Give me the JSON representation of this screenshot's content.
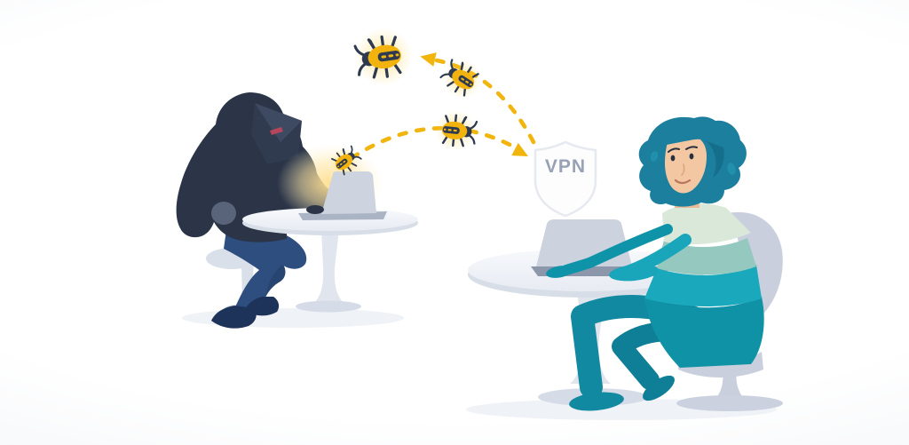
{
  "illustration": {
    "alt": "Hooded hacker at a laptop launches malware bugs that arc toward a VPN shield and bounce away, protecting a smiling teal-haired user working on her laptop",
    "shield": {
      "label": "VPN",
      "fill": "#FDFDFE",
      "border": "#E6E9EF",
      "text_color": "#98A2B6"
    },
    "malware": {
      "bug_count": 4,
      "bug_body_color": "#F2B30E",
      "bug_leg_color": "#2E3A50",
      "arrow_color": "#F2B50E",
      "attack_arrow": "dashed arc from hacker laptop to VPN shield",
      "deflected_arrow": "dashed arc bouncing from VPN shield up and away"
    },
    "hacker": {
      "hoodie_color": "#2B3547",
      "face_color": "#313B4F",
      "glint_color": "#B5455B",
      "jeans_color": "#2F4E80",
      "shoe_color": "#1D3359",
      "fist_color": "#59637A",
      "laptop_color": "#CED4DF",
      "glow_color": "#FFDE8F"
    },
    "user": {
      "hair_color": "#1C7F9E",
      "skin_color": "#F2C7A2",
      "shirt_band_top": "#DAE8DA",
      "shirt_band_mid": "#95C8BE",
      "shirt_band_bright": "#1AA9BC",
      "pants_color": "#1092A6",
      "laptop_color": "#CCD2DE",
      "laptop_base_color": "#8D97AB"
    },
    "furniture": {
      "table_top_color": "#F3F5F9",
      "table_shade_color": "#D8DEE8",
      "chair_color": "#C9CFDD"
    },
    "background": {
      "center": "#FFFFFF",
      "edges": "#EEF1F5"
    }
  }
}
